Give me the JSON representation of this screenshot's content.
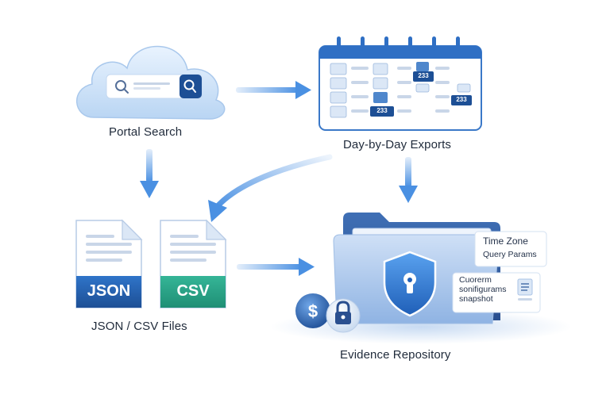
{
  "diagram": {
    "nodes": {
      "portal_search": {
        "label": "Portal Search"
      },
      "day_exports": {
        "label": "Day-by-Day Exports",
        "calendar_cells": [
          "233",
          "233",
          "233"
        ]
      },
      "files": {
        "label": "JSON / CSV Files",
        "json_badge": "JSON",
        "csv_badge": "CSV"
      },
      "repository": {
        "label": "Evidence Repository",
        "note_top": {
          "line1": "Time Zone",
          "line2": "Query Params"
        },
        "note_bottom": {
          "line1": "Cuorerm",
          "line2": "sonifigurams",
          "line3": "snapshot"
        }
      }
    },
    "edges": [
      {
        "from": "portal_search",
        "to": "day_exports"
      },
      {
        "from": "portal_search",
        "to": "files"
      },
      {
        "from": "day_exports",
        "to": "files"
      },
      {
        "from": "day_exports",
        "to": "repository"
      },
      {
        "from": "files",
        "to": "repository"
      }
    ],
    "colors": {
      "primary_blue": "#2f6fc4",
      "dark_blue": "#1d4f95",
      "light_blue": "#dceafb",
      "teal": "#2aa58a",
      "arrow": "#4a90e2",
      "text": "#1f2a3a"
    },
    "icons": [
      "cloud-icon",
      "search-icon",
      "calendar-icon",
      "json-file-icon",
      "csv-file-icon",
      "folder-icon",
      "shield-lock-icon",
      "padlock-icon",
      "coin-icon",
      "document-icon"
    ]
  }
}
